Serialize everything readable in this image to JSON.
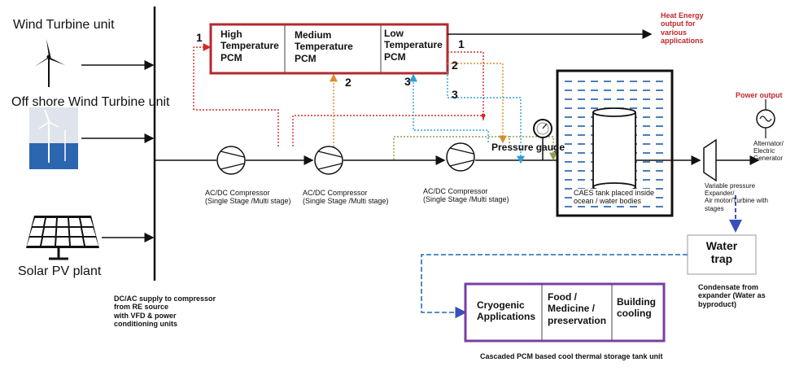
{
  "sources": {
    "wind_turbine": "Wind Turbine unit",
    "offshore_wind": "Off shore Wind Turbine unit",
    "solar_pv": "Solar PV plant",
    "dcac_note": [
      "DC/AC supply to compressor",
      "from RE source",
      " with VFD & power",
      "conditioning units"
    ]
  },
  "hot_storage": {
    "cells": [
      {
        "label": "High Temperature PCM"
      },
      {
        "label": "Medium Temperature PCM"
      },
      {
        "label": "Low Temperature PCM"
      }
    ],
    "output_label": [
      "Heat Energy",
      "output for",
      "various",
      "applications"
    ]
  },
  "compressors": [
    {
      "label": [
        "AC/DC Compressor",
        "(Single Stage /Multi stage)"
      ]
    },
    {
      "label": [
        "AC/DC Compressor",
        "(Single Stage /Multi stage)"
      ]
    },
    {
      "label": [
        "AC/DC Compressor",
        "(Single Stage /Multi stage)"
      ]
    }
  ],
  "flow_numbers": {
    "n1_left": "1",
    "n2_mid": "2",
    "n3_mid": "3",
    "n1_right": "1",
    "n2_right": "2",
    "n3_right": "3"
  },
  "pressure_gauge": "Pressure gauge",
  "caes_tank": [
    "CAES tank placed inside",
    "ocean / water bodies"
  ],
  "expander": {
    "label": [
      "Variable pressure",
      "Expander/",
      "Air motor/Turbine  with",
      "stages"
    ]
  },
  "generator": {
    "power_output": "Power output",
    "label": [
      "Alternator/",
      "Electric",
      "Generator"
    ]
  },
  "water_trap": [
    "Water",
    "trap"
  ],
  "condensate": [
    "Condensate from",
    "expander (Water as",
    "byproduct)"
  ],
  "cold_storage": {
    "cells": [
      {
        "label": "Cryogenic Applications"
      },
      {
        "label": "Food / Medicine / preservation"
      },
      {
        "label": "Building cooling"
      }
    ],
    "caption": "Cascaded PCM based cool thermal storage tank unit"
  },
  "colors": {
    "hot_box": "#b22a2e",
    "cold_box": "#7b3fa0",
    "line_red": "#d62828",
    "line_orange": "#e08a2c",
    "line_blue": "#2e9fd8",
    "line_green": "#8aa14b",
    "tank_wave": "#1e5fa8",
    "vertical_dash": "#3b4fb8"
  }
}
